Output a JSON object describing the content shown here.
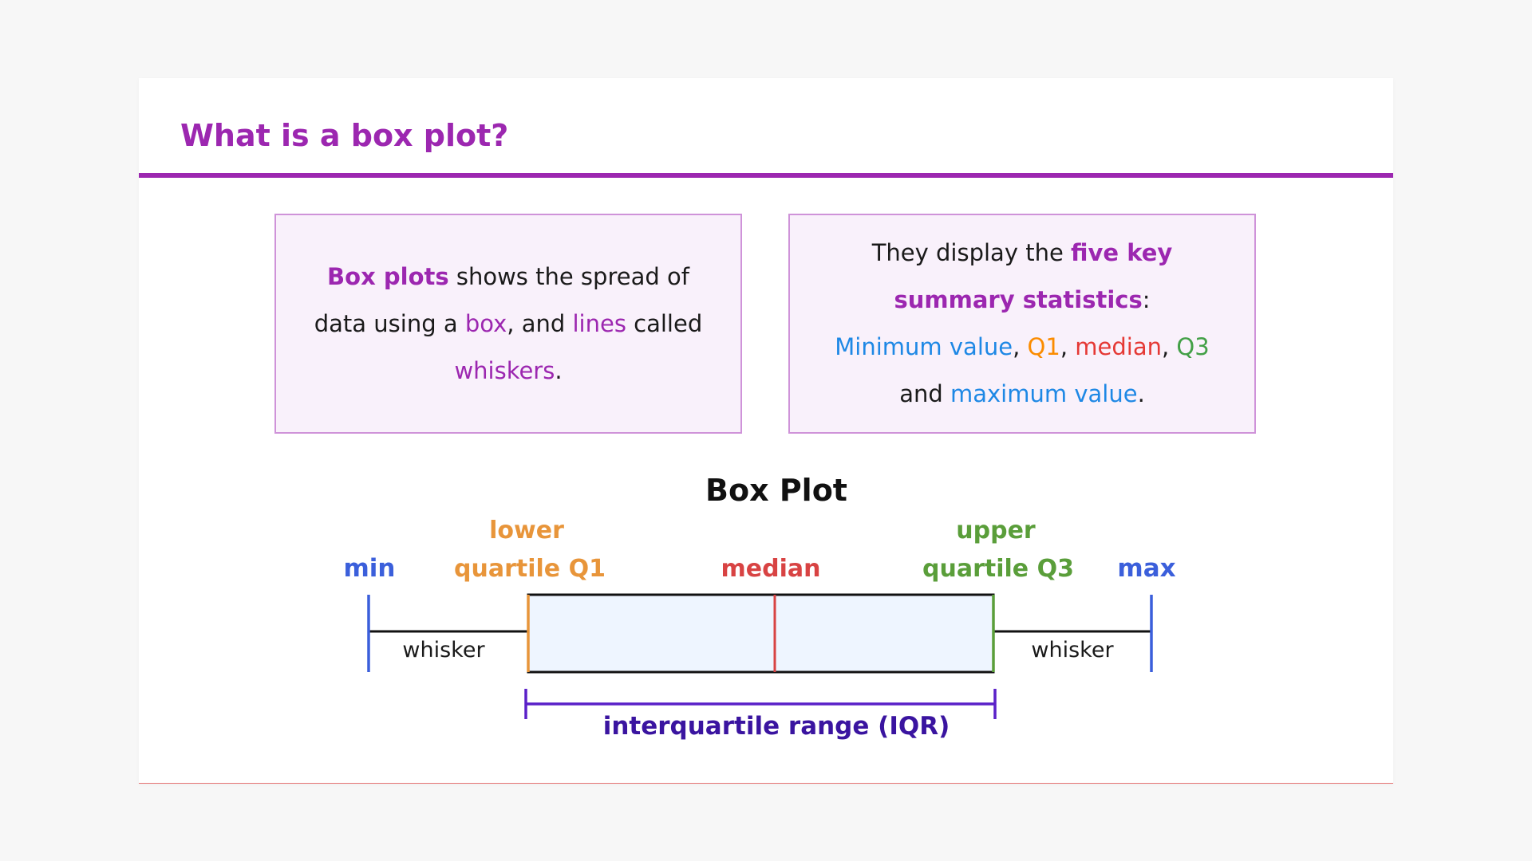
{
  "header": {
    "title": "What is a box plot?"
  },
  "left_box": {
    "part1": "Box plots",
    "part2": " shows the spread of data using a ",
    "part3": "box",
    "part4": ", and ",
    "part5": "lines",
    "part6": " called ",
    "part7": "whiskers",
    "part8": "."
  },
  "right_box": {
    "part1": "They display the ",
    "part2": "five key summary statistics",
    "part3": ":",
    "min": "Minimum value",
    "sep1": ", ",
    "q1": "Q1",
    "sep2": ", ",
    "median": "median",
    "sep3": ", ",
    "q3": "Q3",
    "and": " and ",
    "max": "maximum value",
    "end": "."
  },
  "diagram": {
    "title": "Box Plot",
    "min_label": "min",
    "lower_label_line1": "lower",
    "lower_label_line2": "quartile Q1",
    "median_label": "median",
    "upper_label_line1": "upper",
    "upper_label_line2": "quartile Q3",
    "max_label": "max",
    "whisker_left_label": "whisker",
    "whisker_right_label": "whisker",
    "iqr_label": "interquartile range (IQR)"
  },
  "colors": {
    "accent": "#9c27b0",
    "min_max": "#3b5fdb",
    "q1": "#e8953a",
    "median": "#d84343",
    "q3": "#5a9e3a",
    "iqr": "#5a20c8",
    "iqr_text": "#3a14a0",
    "box_fill": "#eef5ff"
  }
}
